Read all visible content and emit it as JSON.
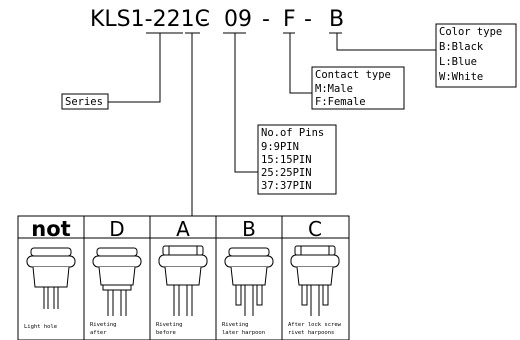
{
  "part_number": {
    "base": "KLS1-221C",
    "dash1": "-",
    "pins": "09",
    "dash2": "-",
    "contact": "F",
    "dash3": "-",
    "color": "B"
  },
  "series_label": "Series",
  "pins_box": {
    "title": "No.of Pins",
    "options": [
      "9:9PIN",
      "15:15PIN",
      "25:25PIN",
      "37:37PIN"
    ]
  },
  "contact_box": {
    "title": "Contact type",
    "options": [
      "M:Male",
      "F:Female"
    ]
  },
  "color_box": {
    "title": "Color type",
    "options": [
      "B:Black",
      "L:Blue",
      "W:White"
    ]
  },
  "types": [
    {
      "code": "not",
      "caption": [
        "Light hole"
      ]
    },
    {
      "code": "D",
      "caption": [
        "Riveting",
        "after"
      ]
    },
    {
      "code": "A",
      "caption": [
        "Riveting",
        "before"
      ]
    },
    {
      "code": "B",
      "caption": [
        "Riveting",
        "later harpoon"
      ]
    },
    {
      "code": "C",
      "caption": [
        "After lock screw",
        "rivet harpoons"
      ]
    }
  ]
}
